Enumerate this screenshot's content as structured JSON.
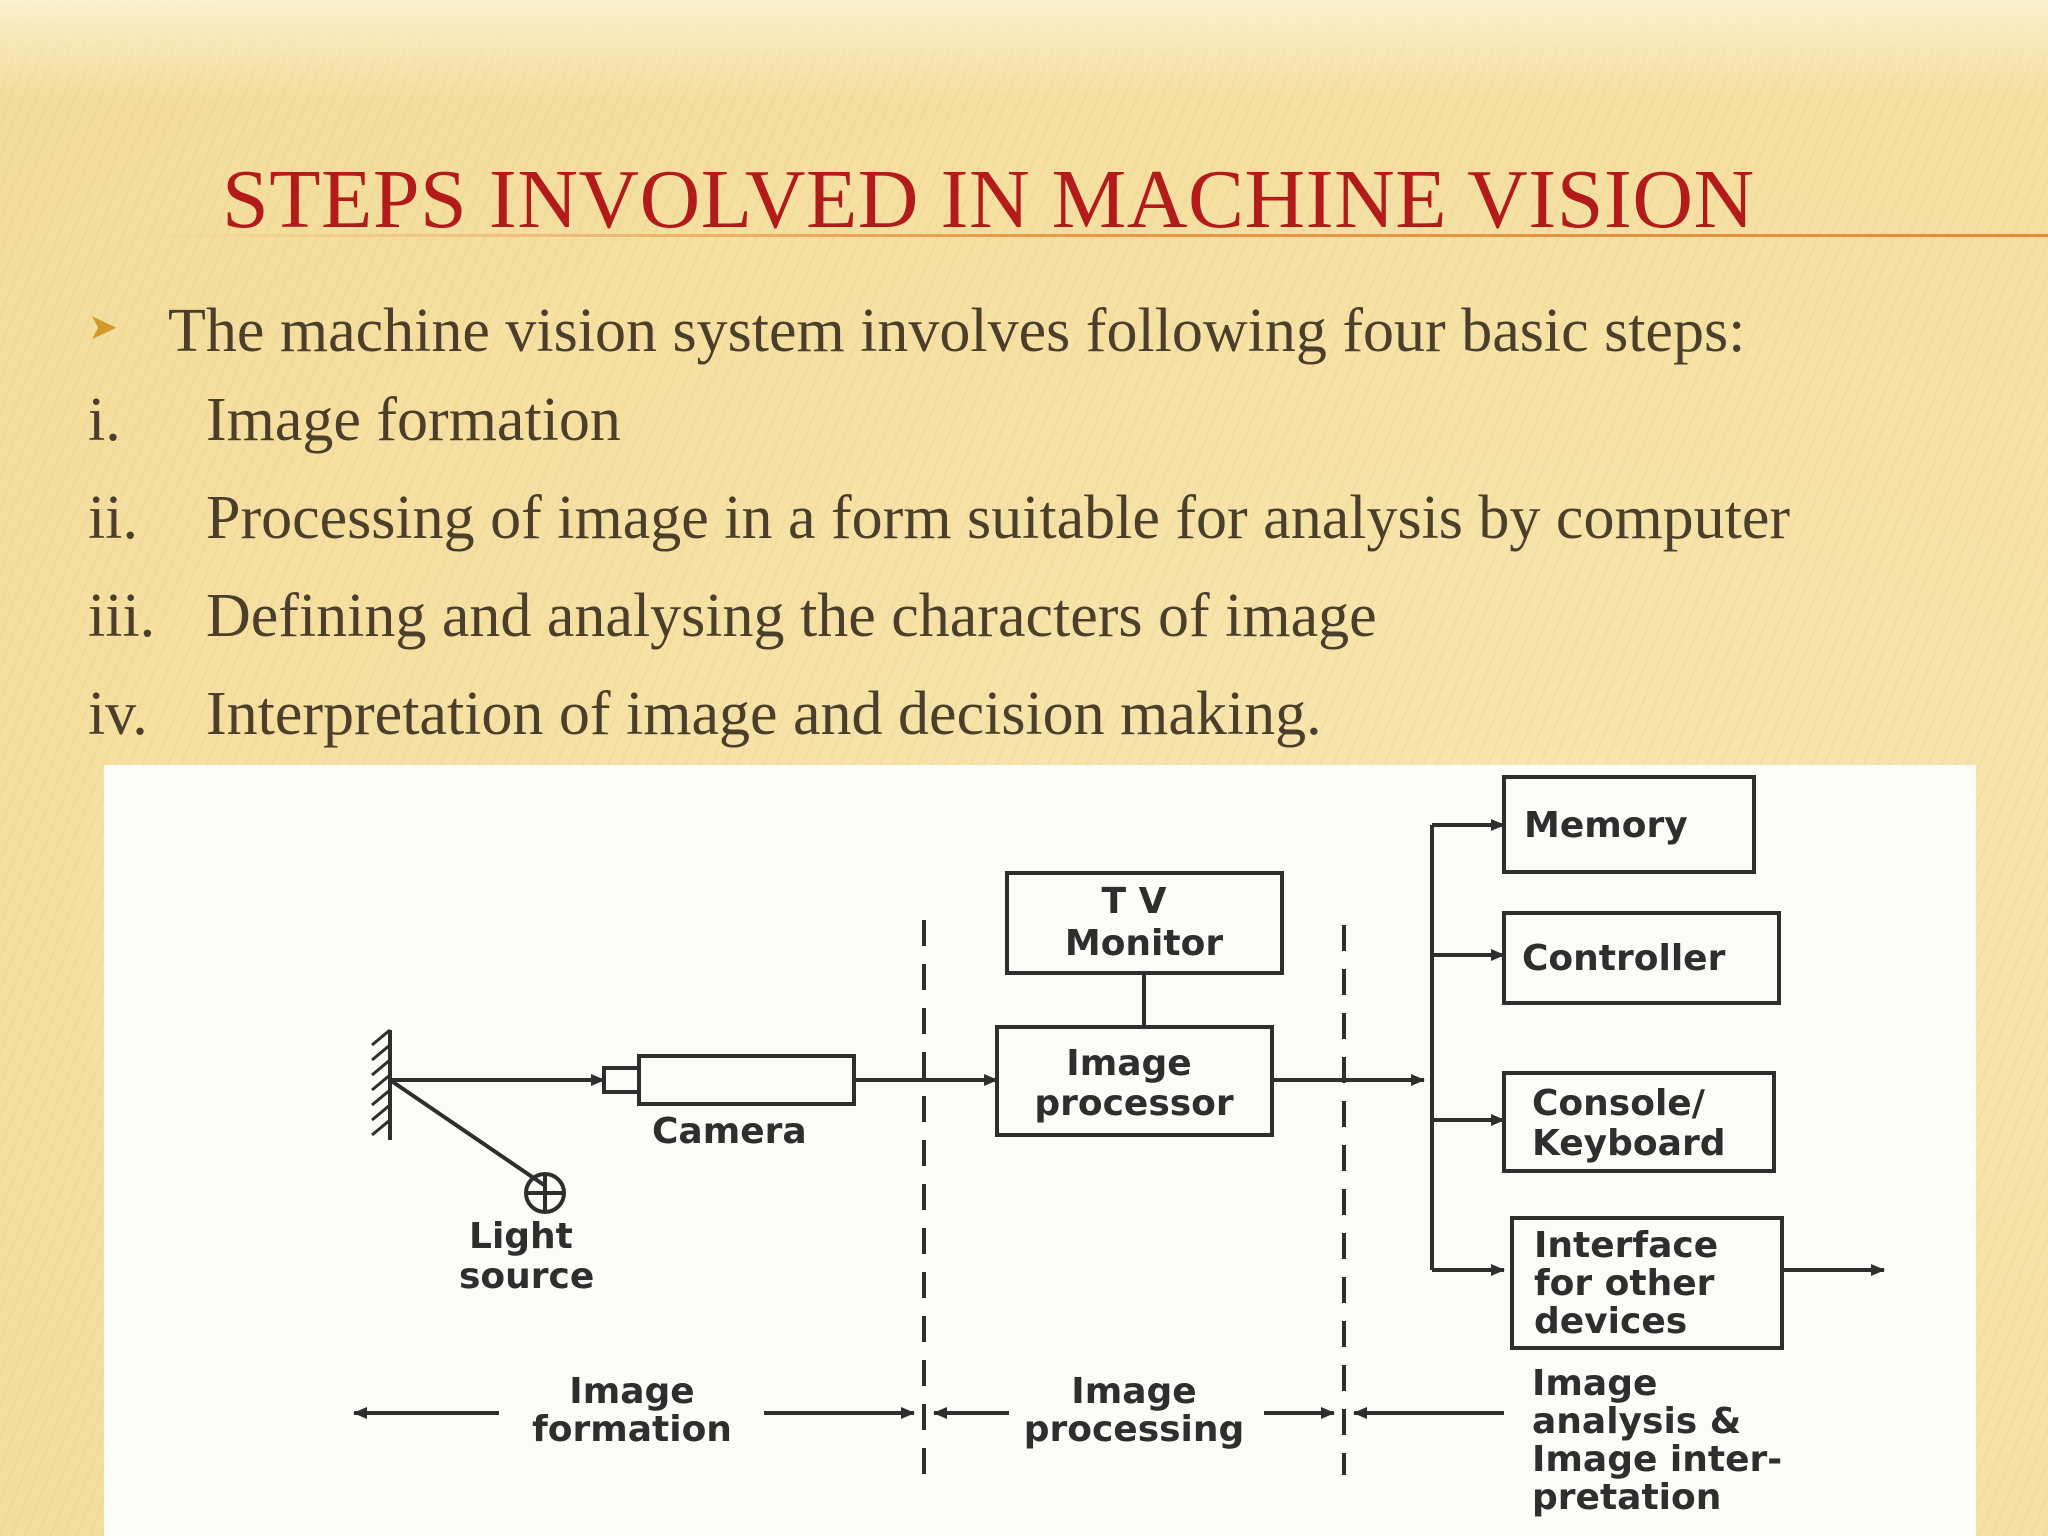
{
  "slide": {
    "title": "STEPS INVOLVED IN MACHINE VISION",
    "intro": "The machine vision system involves following four basic steps:",
    "bullet_icon": "arrowhead-bullet-icon",
    "steps": [
      {
        "num": "i.",
        "text": "Image formation"
      },
      {
        "num": "ii.",
        "text": "Processing of image in a form suitable for analysis by computer"
      },
      {
        "num": "iii.",
        "text": "Defining and analysing the characters of image"
      },
      {
        "num": "iv.",
        "text": "Interpretation of image and decision making."
      }
    ],
    "colors": {
      "title": "#b31b1b",
      "body_text": "#4b3f2c",
      "bullet": "#d19a2c",
      "rule": "#e8893a"
    }
  },
  "diagram": {
    "memory": "Memory",
    "controller": "Controller",
    "tv_monitor_line1": "T V",
    "tv_monitor_line2": "Monitor",
    "image_processor_line1": "Image",
    "image_processor_line2": "processor",
    "console_line1": "Console/",
    "console_line2": "Keyboard",
    "interface_line1": "Interface",
    "interface_line2": "for other",
    "interface_line3": "devices",
    "camera": "Camera",
    "light_line1": "Light",
    "light_line2": "source",
    "stage_formation_line1": "Image",
    "stage_formation_line2": "formation",
    "stage_processing_line1": "Image",
    "stage_processing_line2": "processing",
    "stage_analysis_line1": "Image",
    "stage_analysis_line2": "analysis &",
    "stage_analysis_line3": "Image inter-",
    "stage_analysis_line4": "pretation"
  }
}
